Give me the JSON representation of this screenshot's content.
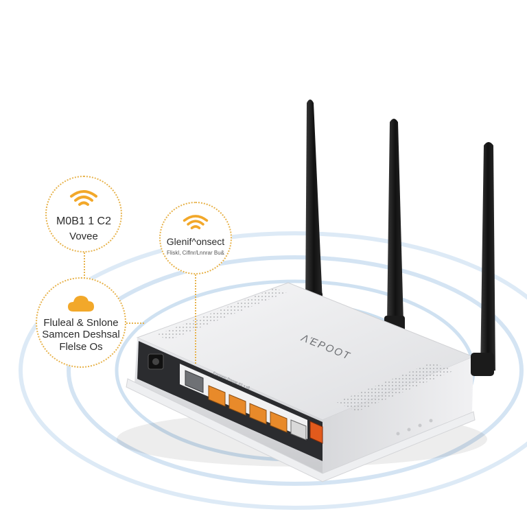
{
  "colors": {
    "accent_orange": "#f2a82a",
    "ring_blue": "#9fc4e4",
    "router_body": "#e9eaec",
    "port_orange": "#e88a2a",
    "antenna": "#1e1e1e"
  },
  "bubbles": {
    "mobile": {
      "icon": "wifi-icon",
      "line1": "M0B1 1 C2",
      "line2": "Vovee"
    },
    "client": {
      "icon": "wifi-icon",
      "line1": "Glenif^onsect",
      "line2": "Fliskl, Ciflnr/Lnnrar Bu&"
    },
    "cloud": {
      "icon": "cloud-icon",
      "line1": "Fluleal &  Snlone",
      "line2": "Samcen Deshsal",
      "line3": "Flelse Os"
    }
  },
  "router": {
    "brand": "ΛΈΡΟΟΤ",
    "port_label": "Enonen Pnrpe #1 ▪ ▪8",
    "antenna_count": 3,
    "lan_port_count": 5
  }
}
